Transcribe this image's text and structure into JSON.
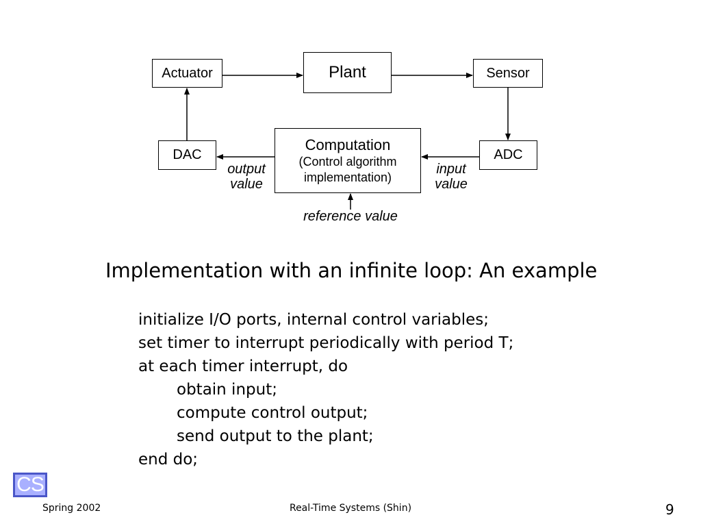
{
  "diagram": {
    "actuator": "Actuator",
    "plant": "Plant",
    "sensor": "Sensor",
    "dac": "DAC",
    "adc": "ADC",
    "computation": {
      "title": "Computation",
      "sub1": "(Control algorithm",
      "sub2": "implementation)"
    },
    "output_value": [
      "output",
      "value"
    ],
    "input_value": [
      "input",
      "value"
    ],
    "reference_value": "reference value"
  },
  "heading": "Implementation with an infinite loop: An example",
  "code": [
    "initialize I/O ports, internal control variables;",
    "set timer to interrupt periodically with period T;",
    "at each timer interrupt, do",
    "obtain input;",
    "compute control output;",
    "send output to the plant;",
    "end do;"
  ],
  "footer": {
    "logo": "CS",
    "left": "Spring 2002",
    "center": "Real-Time Systems (Shin)",
    "page": "9"
  },
  "colors": {
    "logo_fill": "#a9b0ff",
    "logo_border": "#4a56c8"
  }
}
